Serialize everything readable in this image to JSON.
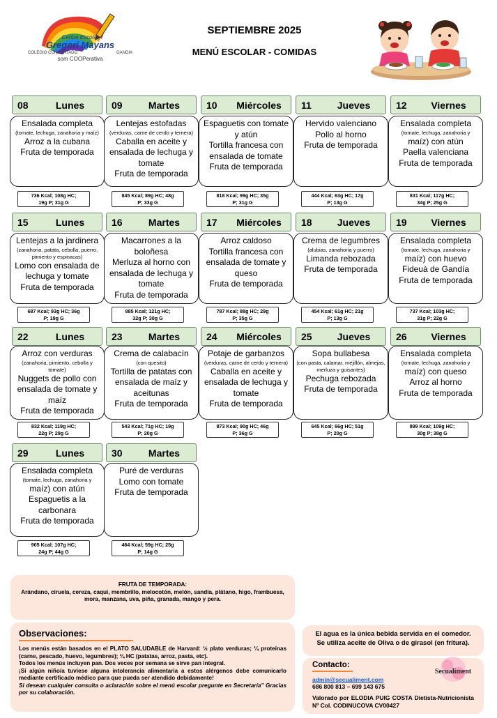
{
  "header": {
    "school_line1": "Centre Escolar",
    "school_line2": "Gregori Mayans",
    "school_line3a": "COLEGIO CONCERTADO",
    "school_line3b": "GANDIA",
    "school_line4": "som COOPerativa",
    "title": "SEPTIEMBRE 2025",
    "subtitle": "MENÚ ESCOLAR - COMIDAS"
  },
  "days": [
    {
      "num": "08",
      "name": "Lunes",
      "lines": [
        {
          "t": "Ensalada completa"
        },
        {
          "t": "(tomate, lechuga, zanahoria y maíz)",
          "s": true
        },
        {
          "t": "Arroz a la cubana"
        },
        {
          "t": "Fruta de temporada"
        }
      ],
      "kcal1": "736 Kcal; 108g HC;",
      "kcal2": "19g P; 31g G"
    },
    {
      "num": "09",
      "name": "Martes",
      "lines": [
        {
          "t": "Lentejas estofadas"
        },
        {
          "t": "(verduras, carne de cerdo y ternera)",
          "s": true
        },
        {
          "t": "Caballa en aceite y ensalada de lechuga y tomate"
        },
        {
          "t": "Fruta de temporada"
        }
      ],
      "kcal1": "845 Kcal; 89g HC; 48g",
      "kcal2": "P; 33g G"
    },
    {
      "num": "10",
      "name": "Miércoles",
      "lines": [
        {
          "t": "Espaguetis con tomate y atún"
        },
        {
          "t": "Tortilla francesa con ensalada de tomate"
        },
        {
          "t": "Fruta de temporada"
        }
      ],
      "kcal1": "818 Kcal; 99g HC; 35g",
      "kcal2": "P; 31g G"
    },
    {
      "num": "11",
      "name": "Jueves",
      "lines": [
        {
          "t": "Hervido valenciano"
        },
        {
          "t": "Pollo al horno"
        },
        {
          "t": "Fruta de temporada"
        }
      ],
      "kcal1": "444 Kcal; 63g HC; 17g",
      "kcal2": "P; 13g G"
    },
    {
      "num": "12",
      "name": "Viernes",
      "lines": [
        {
          "t": "Ensalada completa"
        },
        {
          "t": "(tomate, lechuga, zanahoria y",
          "s": true
        },
        {
          "t": "maíz) con atún",
          "mix": true
        },
        {
          "t": "Paella valenciana"
        },
        {
          "t": "Fruta de temporada"
        }
      ],
      "kcal1": "831 Kcal; 117g HC;",
      "kcal2": "34g P; 25g G"
    },
    {
      "num": "15",
      "name": "Lunes",
      "lines": [
        {
          "t": "Lentejas a la jardinera"
        },
        {
          "t": "(zanahoria, patata, cebolla, puerro, pimiento y espinacas)",
          "s": true
        },
        {
          "t": "Lomo con ensalada de lechuga y tomate"
        },
        {
          "t": "Fruta de temporada"
        }
      ],
      "kcal1": "687 Kcal; 93g HC; 36g",
      "kcal2": "P; 19g G"
    },
    {
      "num": "16",
      "name": "Martes",
      "lines": [
        {
          "t": "Macarrones a la boloñesa"
        },
        {
          "t": "Merluza al horno con ensalada de lechuga y tomate"
        },
        {
          "t": "Fruta de temporada"
        }
      ],
      "kcal1": "885 Kcal; 121g HC;",
      "kcal2": "32g P; 30g G"
    },
    {
      "num": "17",
      "name": "Miércoles",
      "lines": [
        {
          "t": "Arroz caldoso"
        },
        {
          "t": "Tortilla francesa con ensalada de tomate y queso"
        },
        {
          "t": "Fruta de temporada"
        }
      ],
      "kcal1": "787 Kcal; 88g HC; 29g",
      "kcal2": "P; 35g G"
    },
    {
      "num": "18",
      "name": "Jueves",
      "lines": [
        {
          "t": "Crema de legumbres"
        },
        {
          "t": "(alubias, zanahoria y puerro)",
          "s": true
        },
        {
          "t": "Limanda rebozada"
        },
        {
          "t": "Fruta de temporada"
        }
      ],
      "kcal1": "454 Kcal; 61g HC; 21g",
      "kcal2": "P; 13g G"
    },
    {
      "num": "19",
      "name": "Viernes",
      "lines": [
        {
          "t": "Ensalada completa"
        },
        {
          "t": "(tomate, lechuga, zanahoria y",
          "s": true
        },
        {
          "t": "maíz) con huevo",
          "mix": true
        },
        {
          "t": "Fideuà de Gandía"
        },
        {
          "t": "Fruta de temporada"
        }
      ],
      "kcal1": "737 Kcal; 103g HC;",
      "kcal2": "31g P; 22g G"
    },
    {
      "num": "22",
      "name": "Lunes",
      "lines": [
        {
          "t": "Arroz con verduras"
        },
        {
          "t": "(zanahoria, pimiento, cebolla y tomate)",
          "s": true
        },
        {
          "t": "Nuggets de pollo con ensalada de tomate y maíz"
        },
        {
          "t": "Fruta de temporada"
        }
      ],
      "kcal1": "832 Kcal; 119g HC;",
      "kcal2": "22g P; 29g G"
    },
    {
      "num": "23",
      "name": "Martes",
      "lines": [
        {
          "t": "Crema de calabacín"
        },
        {
          "t": "(con quesito)",
          "s": true
        },
        {
          "t": "Tortilla de patatas con ensalada de maíz y aceitunas"
        },
        {
          "t": "Fruta de temporada"
        }
      ],
      "kcal1": "543 Kcal; 71g HC; 19g",
      "kcal2": "P; 20g G"
    },
    {
      "num": "24",
      "name": "Miércoles",
      "lines": [
        {
          "t": "Potaje de garbanzos"
        },
        {
          "t": "(verduras, carne de cerdo y ternera)",
          "s": true
        },
        {
          "t": "Caballa en aceite y ensalada de lechuga y tomate"
        },
        {
          "t": "Fruta de temporada"
        }
      ],
      "kcal1": "873 Kcal; 90g HC; 46g",
      "kcal2": "P; 36g G"
    },
    {
      "num": "25",
      "name": "Jueves",
      "lines": [
        {
          "t": "Sopa bullabesa"
        },
        {
          "t": "(con pasta, calamar, mejillón, almejas, merluza y guisantes)",
          "s": true
        },
        {
          "t": "Pechuga rebozada"
        },
        {
          "t": "Fruta de temporada"
        }
      ],
      "kcal1": "645 Kcal; 66g HC; 51g",
      "kcal2": "P; 20g G"
    },
    {
      "num": "26",
      "name": "Viernes",
      "lines": [
        {
          "t": "Ensalada completa"
        },
        {
          "t": "(tomate, lechuga, zanahoria y",
          "s": true
        },
        {
          "t": "maíz) con queso",
          "mix": true
        },
        {
          "t": "Arroz al horno"
        },
        {
          "t": "Fruta de temporada"
        }
      ],
      "kcal1": "899 Kcal; 109g HC;",
      "kcal2": "30g P; 38g G"
    },
    {
      "num": "29",
      "name": "Lunes",
      "lines": [
        {
          "t": "Ensalada completa"
        },
        {
          "t": "(tomate, lechuga, zanahoria y",
          "s": true
        },
        {
          "t": "maíz) con atún",
          "mix": true
        },
        {
          "t": "Espaguetis a la carbonara"
        },
        {
          "t": "Fruta de temporada"
        }
      ],
      "kcal1": "905 Kcal; 107g HC;",
      "kcal2": "24g P; 44g G"
    },
    {
      "num": "30",
      "name": "Martes",
      "lines": [
        {
          "t": "Puré de verduras"
        },
        {
          "t": "Lomo con tomate"
        },
        {
          "t": "Fruta de temporada"
        }
      ],
      "kcal1": "464 Kcal; 59g HC; 25g",
      "kcal2": "P; 14g G"
    }
  ],
  "fruta": {
    "title": "FRUTA DE TEMPORADA:",
    "body": "Arándano, ciruela, cereza, caqui, membrillo, melocotón, melón, sandía, plátano, higo, frambuesa, mora, manzana, uva, piña, granada, mango y pera."
  },
  "observaciones": {
    "title": "Observaciones:",
    "p1": "Los menús están basados en el PLATO SALUDABLE de Harvard: ½ plato verduras; ¼ proteínas (carne, pescado, huevo, legumbres); ¼ HC (patatas, arroz, pasta, etc).",
    "p2": "Todos los menús incluyen pan. Dos veces por semana se sirve pan integral.",
    "p3": "¡Si algún niño/a tuviese alguna intolerancia alimentaria a estos alérgenos debe comunicarlo mediante certificado médico para que pueda ser atendido debidamente!",
    "p4": "Si desean cualquier consulta o aclaración sobre el menú escolar pregunte en Secretaría\" Gracias por su colaboración."
  },
  "agua": {
    "line1": "El agua es la única bebida servida en el comedor.",
    "line2": "Se utiliza aceite de Oliva o de girasol (en fritura)."
  },
  "contacto": {
    "title": "Contacto:",
    "email": "admin@secualiment.com",
    "phones": "686 800 813 – 699 143 675",
    "validado": "Valorado por ELODIA PUIG COSTA Dietista-Nutricionista Nº Col. CODINUCOVA CV00427",
    "brand": "Secualiment"
  }
}
